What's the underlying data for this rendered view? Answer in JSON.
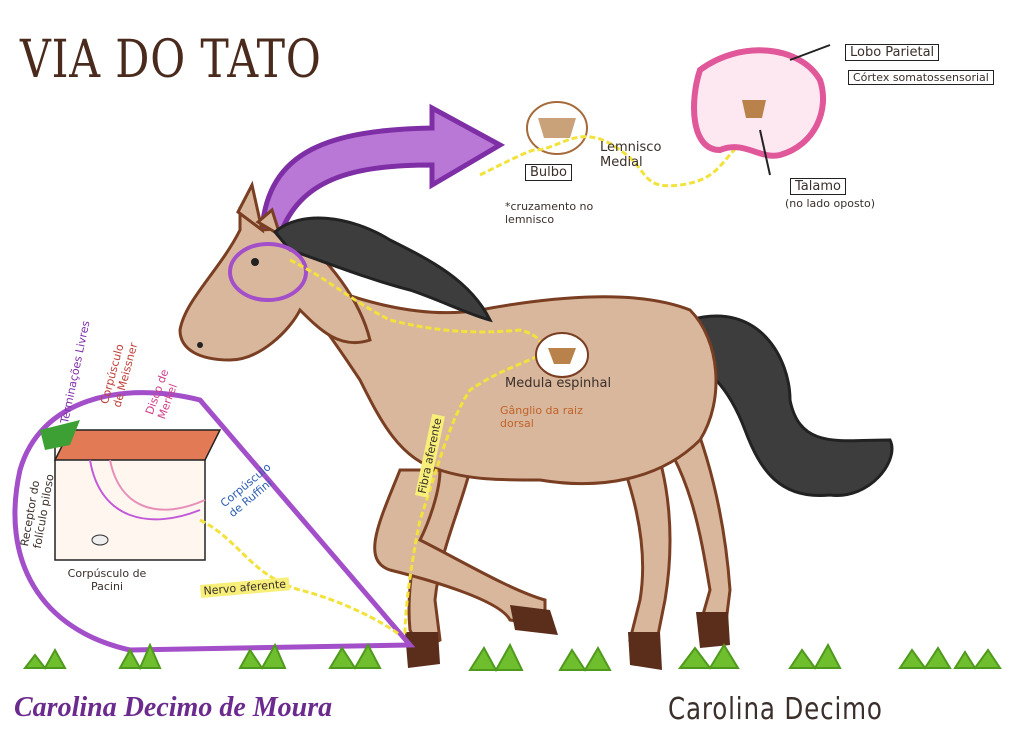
{
  "title": "VIA DO TATO",
  "signatures": {
    "left": "Carolina Decimo de Moura",
    "right": "Carolina Decimo"
  },
  "brain_path": {
    "bulbo": "Bulbo",
    "lemnisco_medial": "Lemnisco Medial",
    "cruzamento": "*cruzamento no lemnisco",
    "talamo": "Talamo",
    "talamo_note": "(no lado oposto)",
    "lobo_parietal": "Lobo Parietal",
    "cortex": "Córtex somatossensorial"
  },
  "body_path": {
    "medula": "Medula espinhal",
    "ganglio": "Gânglio da raiz dorsal",
    "fibra": "Fibra aferente",
    "nervo": "Nervo aferente"
  },
  "skin_receptors": {
    "terminacoes": "Terminações Livres",
    "meissner": "Corpúsculo de Meissner",
    "merkel": "Disco de Merkel",
    "ruffini": "Corpúsculo de Ruffini",
    "foliculo": "Receptor do folículo piloso",
    "pacini": "Corpúsculo de Pacini"
  },
  "colors": {
    "path": "#f2e23a",
    "purple": "#a24fc9",
    "horse_body": "#d9b79c",
    "outline": "#7a3e22",
    "mane": "#333333",
    "grass": "#6fbe2e",
    "brain_pink": "#e0579a"
  }
}
